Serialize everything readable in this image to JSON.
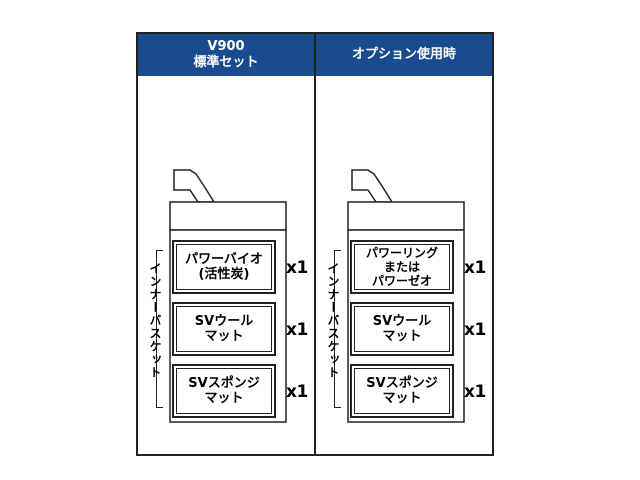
{
  "columns": [
    {
      "header_line1": "V900",
      "header_line2": "標準セット",
      "basket_label": "インナーバスケット",
      "items": [
        {
          "line1": "パワーバイオ",
          "line2": "(活性炭)",
          "line3": "",
          "qty": "x1"
        },
        {
          "line1": "SVウール",
          "line2": "マット",
          "line3": "",
          "qty": "x1"
        },
        {
          "line1": "SVスポンジ",
          "line2": "マット",
          "line3": "",
          "qty": "x1"
        }
      ]
    },
    {
      "header_line1": "オプション使用時",
      "header_line2": "",
      "basket_label": "インナーバスケット",
      "items": [
        {
          "line1": "パワーリング",
          "line2": "または",
          "line3": "パワーゼオ",
          "qty": "x1"
        },
        {
          "line1": "SVウール",
          "line2": "マット",
          "line3": "",
          "qty": "x1"
        },
        {
          "line1": "SVスポンジ",
          "line2": "マット",
          "line3": "",
          "qty": "x1"
        }
      ]
    }
  ],
  "colors": {
    "header_bg": "#1a4b8f",
    "header_text": "#ffffff",
    "line": "#222222"
  }
}
